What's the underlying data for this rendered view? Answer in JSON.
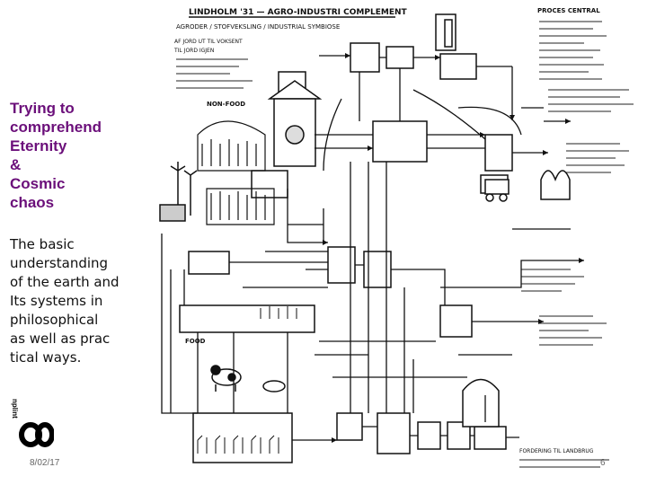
{
  "slide": {
    "title_lines": [
      "Trying to",
      "comprehend",
      "Eternity",
      "&",
      "Cosmic",
      "chaos"
    ],
    "body_lines": [
      "The basic",
      "understanding",
      "of the earth and",
      "Its systems in",
      "philosophical",
      "as well as prac",
      "tical ways."
    ],
    "date": "8/02/17",
    "page_number": "6",
    "colors": {
      "title": "#6b0f7a",
      "text": "#111111",
      "footer": "#666666"
    }
  },
  "logo": {
    "text": "nplint",
    "icon": "infinity-loop-logo-icon"
  },
  "sketch": {
    "icon": "hand-drawn-systems-diagram",
    "header_left": "LINDHOLM '31 — AGRO-INDUSTRI COMPLEMENT",
    "header_sub": "AGRODER / STOFVEKSLING / INDUSTRIAL SYMBIOSE",
    "left_notes": [
      "AF JORD UT TIL VOKSENT",
      "TIL JORD IGJEN"
    ],
    "label_nonfood": "NON-FOOD",
    "label_food": "FOOD",
    "right_notes_title": "PROCES CENTRAL",
    "bottom_right_note": "FORDERING TIL LANDBRUG"
  }
}
